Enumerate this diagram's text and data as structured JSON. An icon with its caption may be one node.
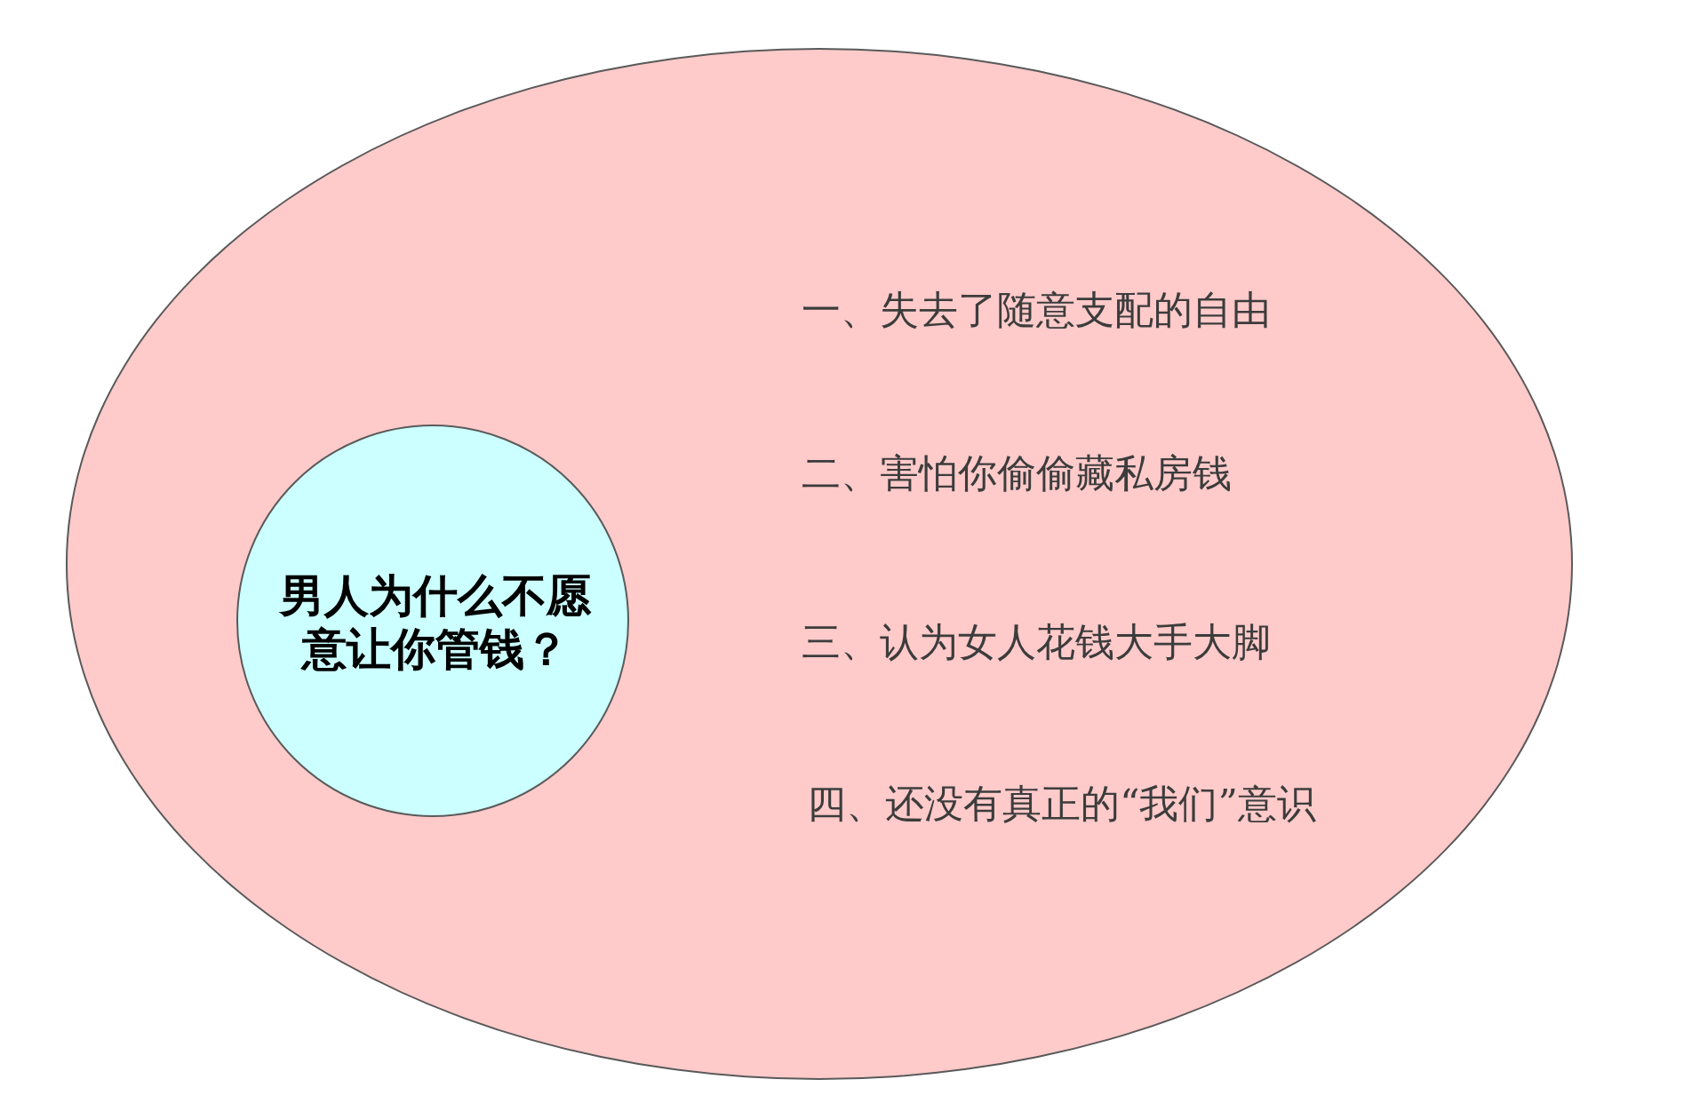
{
  "diagram": {
    "nodes": [
      {
        "text": [
          "一、失去了随意支配的自由",
          "二、害怕你偷偷藏私房钱",
          "三、认为女人花钱大手大脚",
          "四、还没有真正的“我们”意识"
        ]
      },
      {
        "text": [
          "男人为什么不愿意让你管钱？"
        ],
        "in": 0
      }
    ]
  }
}
